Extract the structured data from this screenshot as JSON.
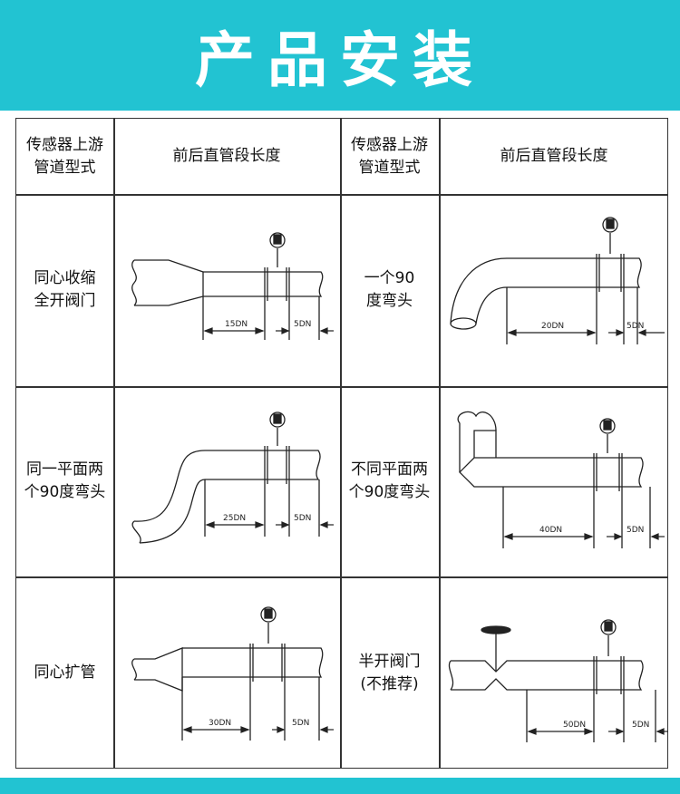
{
  "banner": {
    "title": "产品安装"
  },
  "headers": {
    "col1": "传感器上游\n管道型式",
    "col2": "前后直管段长度",
    "col3": "传感器上游\n管道型式",
    "col4": "前后直管段长度"
  },
  "rows": [
    {
      "left": {
        "label": "同心收缩\n全开阀门",
        "upstream": "15DN",
        "downstream": "5DN"
      },
      "right": {
        "label": "一个90\n度弯头",
        "upstream": "20DN",
        "downstream": "5DN"
      }
    },
    {
      "left": {
        "label": "同一平面两\n个90度弯头",
        "upstream": "25DN",
        "downstream": "5DN"
      },
      "right": {
        "label": "不同平面两\n个90度弯头",
        "upstream": "40DN",
        "downstream": "5DN"
      }
    },
    {
      "left": {
        "label": "同心扩管",
        "upstream": "30DN",
        "downstream": "5DN"
      },
      "right": {
        "label": "半开阀门\n(不推荐)",
        "upstream": "50DN",
        "downstream": "5DN"
      }
    }
  ],
  "colors": {
    "banner": "#22c3d2",
    "lines": "#333333"
  }
}
